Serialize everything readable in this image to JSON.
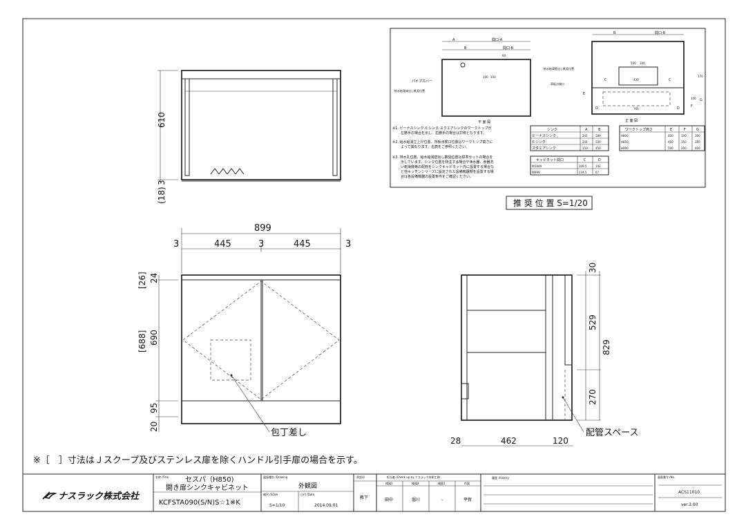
{
  "top_view": {
    "dims": {
      "depth": "610",
      "bottom": "3",
      "bottom_paren": "(18)"
    }
  },
  "front_view": {
    "dims": {
      "total_width": "899",
      "side_left": "3",
      "door_left": "445",
      "gap": "3",
      "door_right": "445",
      "side_right": "3",
      "top": "24",
      "top_alt": "[26]",
      "door_h": "690",
      "door_h_alt": "[688]",
      "kick": "95",
      "base": "20"
    },
    "callout": "包丁差し"
  },
  "side_view": {
    "dims": {
      "top": "30",
      "upper": "529",
      "lower": "270",
      "total": "829",
      "back": "28",
      "depth": "462",
      "pipe": "120"
    },
    "callout": "配管スペース"
  },
  "footnote": "※［　］寸法はＪスクープ及びステンレス扉を除くハンドル引手扉の場合を示す。",
  "recommended": {
    "label": "推 奨 位 置 S=1/20",
    "plan": {
      "title": "平 面 図",
      "dim_a": "A",
      "dim_open_a": "間口-A",
      "dim_b": "B",
      "dim_open_b": "間口-B",
      "dim_60": "60",
      "dim_100a": "100",
      "dim_100b": "100",
      "pipe_cover": "パイプカバー",
      "floor_outlet": "給水給湯床出し推奨位置"
    },
    "elevation": {
      "title": "正 面 図",
      "dim_b": "B",
      "dim_open_b": "間口-B",
      "dim_100a": "100",
      "dim_100b": "100",
      "dim_430": "430",
      "dim_c": "C",
      "dim_765": "765",
      "dim_d": "D",
      "dim_e": "E",
      "dim_f": "F",
      "dim_g": "G",
      "dim_170": "170",
      "dim_100v": "100",
      "wall_outlet": "給水給湯壁出し推奨位置",
      "inspection": "背板点検口"
    },
    "notes": [
      "※1. ビーナスシンク.Ｅシンク.スクエアシンクのワークトップが",
      "左勝手の場合を示し、右勝手の場合は対称となります。",
      "※2. 給水給湯立上げ位置、背板点検口位置はワークトップ高さに",
      "よって異なります。右表をご参照ください。",
      "※3. 排水孔位置、給水給湯壁出し推奨位置は標準セットの場合を",
      "示しています。シンク位置を特注する場合や浄水器、食器洗",
      "い乾燥機等の配管をシンクキャビネット内に設置する場合な",
      "ど他キッチンシリーズに設定された設備機器類を設置する場",
      "合は各設備機器の設置条件をご確認ください。"
    ],
    "sink_table": {
      "headers": [
        "シンク",
        "A",
        "B"
      ],
      "rows": [
        [
          "ビーナスシンク",
          "241",
          "589"
        ],
        [
          "Ｅシンク",
          "241",
          "539"
        ],
        [
          "スクエアシンク",
          "150",
          "450"
        ]
      ]
    },
    "cabinet_table": {
      "headers": [
        "キャビネット間口",
        "C",
        "D"
      ],
      "rows": [
        [
          "W1049",
          "309.5",
          "142"
        ],
        [
          "W899",
          "234.5",
          "67"
        ]
      ]
    },
    "height_table": {
      "headers": [
        "ワークトップ高さ",
        "E",
        "F",
        "G"
      ],
      "rows": [
        [
          "H800",
          "400",
          "100",
          "300"
        ],
        [
          "H850",
          "450",
          "150",
          "350"
        ],
        [
          "H900",
          "500",
          "200",
          "400"
        ]
      ]
    }
  },
  "title_block": {
    "logo": "ナスラック株式会社",
    "name_label": "名称 /Title",
    "name_line1": "セスパ（H850)",
    "name_line2": "開き扉シンクキャビネット",
    "model": "KCFSTA090(S/N)S☆1※K",
    "drawing_label": "図面種別 /Drawing",
    "drawing": "外観図",
    "scale_label": "縮尺 /Scale",
    "scale": "S=1/10",
    "date_label": "日付 /Date",
    "date": "2014.09.01",
    "dept_label": "承認印",
    "dept": "教下",
    "check_label": "担当者 /Check up by ナスラック技術工務",
    "roles": [
      "検図3",
      "検図2",
      "検図1",
      "作図"
    ],
    "names": [
      "田中",
      "堀川",
      "-",
      "平賀"
    ],
    "history_label": "履歴 /History",
    "no_label": "図面番号 /No.",
    "no": "ACS11010",
    "version": "ver.3.00"
  }
}
